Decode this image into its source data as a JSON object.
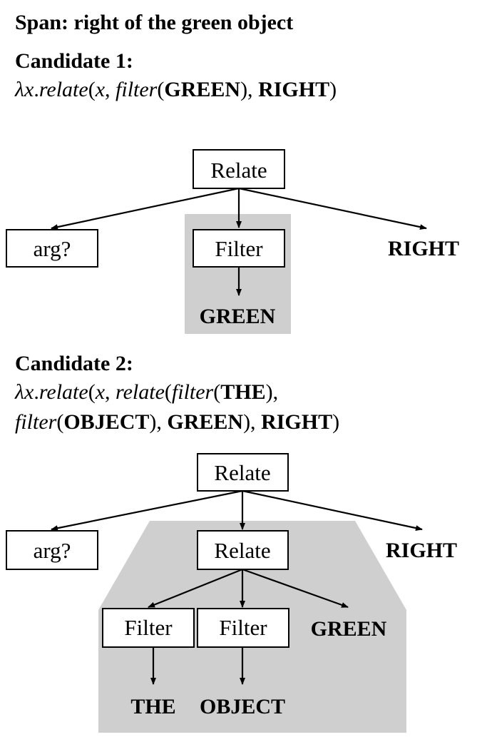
{
  "span_heading": "Span: right of the green object",
  "candidate1": {
    "label": "Candidate 1:",
    "formula": {
      "lambda": "λ",
      "x1": "x",
      "dot": ".",
      "relate_fn": "relate",
      "open1": "(",
      "x2": "x",
      "comma1": ", ",
      "filter_fn": "filter",
      "open2": "(",
      "green": "GREEN",
      "close2": "), ",
      "right": "RIGHT",
      "close1": ")"
    },
    "tree": {
      "root": "Relate",
      "arg": "arg?",
      "filter": "Filter",
      "green": "GREEN",
      "right": "RIGHT"
    }
  },
  "candidate2": {
    "label": "Candidate 2:",
    "formula_line1": {
      "lambda": "λ",
      "x1": "x",
      "dot": ".",
      "relate_fn": "relate",
      "open1": "(",
      "x2": "x",
      "comma1": ", ",
      "relate_fn2": "relate",
      "open2": "(",
      "filter_fn": "filter",
      "open3": "(",
      "the": "THE",
      "close3": "),"
    },
    "formula_line2": {
      "filter_fn": "filter",
      "open1": "(",
      "object": "OBJECT",
      "close1": "), ",
      "green": "GREEN",
      "close2": "), ",
      "right": "RIGHT",
      "close3": ")"
    },
    "tree": {
      "root": "Relate",
      "arg": "arg?",
      "inner_relate": "Relate",
      "right": "RIGHT",
      "filter_a": "Filter",
      "filter_b": "Filter",
      "green": "GREEN",
      "the": "THE",
      "object": "OBJECT"
    }
  },
  "colors": {
    "highlight": "#d0cfcf",
    "line": "#000000"
  }
}
